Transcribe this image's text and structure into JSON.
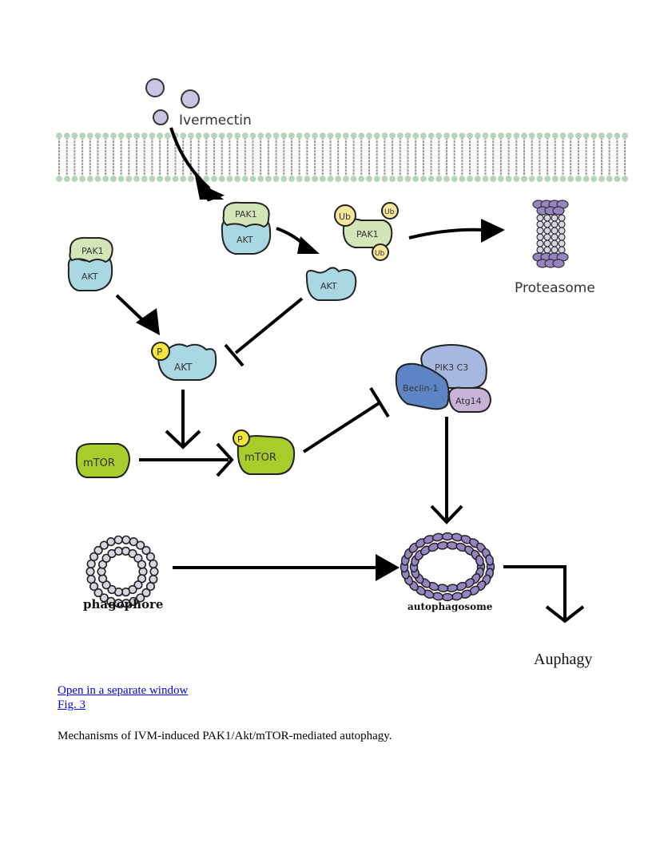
{
  "figure": {
    "labels": {
      "ivermectin": "Ivermectin",
      "pak1": "PAK1",
      "akt": "AKT",
      "ub": "Ub",
      "p": "P",
      "proteasome": "Proteasome",
      "mtor": "mTOR",
      "pik3c3": "PIK3 C3",
      "beclin1": "Beclin-1",
      "atg14": "Atg14",
      "phagophore": "phagophore",
      "autophagosome": "autophagosome",
      "auphagy": "Auphagy"
    },
    "colors": {
      "pak1": "#d4e6b8",
      "akt": "#a9d8e3",
      "ub": "#f6e59a",
      "phospho": "#f0e63c",
      "mtor": "#a8cc2c",
      "ivermectin": "#cbc3e3",
      "beclin1": "#5d85c6",
      "pik3c3": "#a7b8e0",
      "atg14": "#c7b3d8",
      "vesicle": "#9585c2",
      "membrane_head": "#a8d8cc"
    }
  },
  "caption": {
    "open_link": "Open in a separate window",
    "fig_link": "Fig. 3",
    "text": "Mechanisms of IVM-induced PAK1/Akt/mTOR-mediated autophagy."
  }
}
